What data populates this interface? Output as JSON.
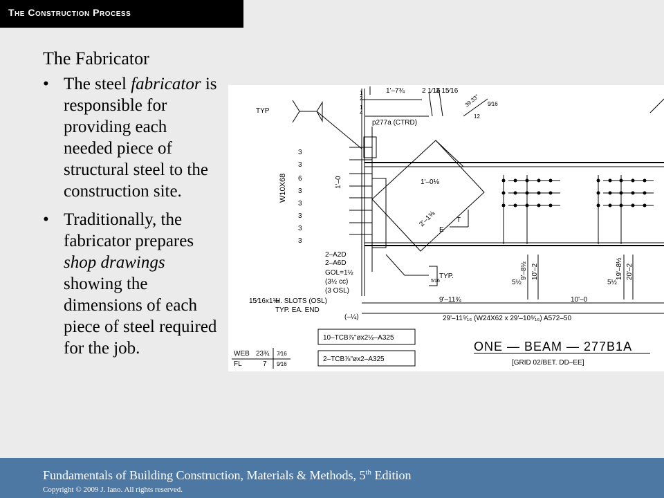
{
  "slide": {
    "header": "The Construction Process",
    "subtitle": "The Fabricator",
    "bullets": [
      {
        "marker": "•",
        "parts": [
          "The steel ",
          "fabricator",
          " is responsible for providing each needed piece of structural steel to the construction site."
        ]
      },
      {
        "marker": "•",
        "parts": [
          "Traditionally, the fabricator prepares ",
          "shop drawings",
          " showing the dimensions of each piece of steel required for the job."
        ]
      }
    ]
  },
  "drawing": {
    "labels": {
      "typ": "TYP",
      "typ2": "TYP.",
      "p277a": "p277a (CTRD)",
      "w10x68": "W10X68",
      "notes": [
        "2–A2D",
        "2–A6D",
        "GOL=1½",
        "(3½ cc)",
        "(3 OSL)"
      ],
      "slots": "H. SLOTS (OSL)",
      "slots2": "TYP. EA. END",
      "slots_size": "15⁄16x1⅛",
      "dims_top": [
        "1'–7¾",
        "2 1⁄16",
        "3 15⁄16"
      ],
      "dim_1_0_1_8": "1'–0⅛",
      "dim_1_0": "1'–0",
      "dim_2_1_5_8": "2'–1⅝",
      "dim_9_11": "9'–11¾",
      "dim_10_0": "10'–0",
      "dim_neg": "(–¼)",
      "dim_9_8": "9'–8½",
      "dim_10_2a": "10'–2",
      "dim_5_half_a": "5½",
      "dim_19_8": "19'–8½",
      "dim_20_2": "20'–2",
      "dim_5_half_b": "5½",
      "dim_angle": "39.33°",
      "dim_9_16": "9⁄16",
      "dim_12": "12",
      "main_dim": "29'–11⁹⁄₁₆ (W24X62 x 29'–10⁹⁄₁₆) A572–50",
      "bolts1": "10–TCB⅞\"øx2½–A325",
      "bolts2": "2–TCB⅞\"øx2–A325",
      "web": "WEB",
      "fl": "FL",
      "web_val": "23¾",
      "web_val2": "7⁄16",
      "fl_val": "7",
      "fl_val2": "9⁄16",
      "beam_title": "ONE — BEAM — 277B1A",
      "beam_sub": "[GRID 02/BET. DD–EE]",
      "t": "T",
      "e": "E",
      "three": "3",
      "six": "6",
      "stack_1": "1",
      "stack_2": "2",
      "stack_4": "4",
      "frac_5_16": "5⁄16"
    }
  },
  "footer": {
    "book_pre": "Fundamentals of Building Construction, Materials & Methods, 5",
    "book_sup": "th",
    "book_post": " Edition",
    "copyright": "Copyright © 2009 J. Iano. All rights reserved."
  }
}
